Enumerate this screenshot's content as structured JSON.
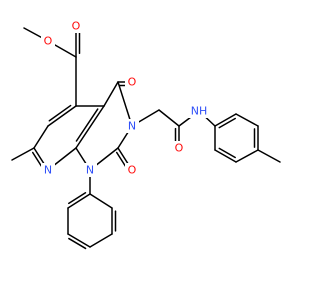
{
  "molecule": {
    "atoms": [
      {
        "id": "o-ester-carbonyl",
        "text": "O",
        "color": "#ff0d0d"
      },
      {
        "id": "o-ester-ether",
        "text": "O",
        "color": "#ff0d0d"
      },
      {
        "id": "o-c4",
        "text": "O",
        "color": "#ff0d0d"
      },
      {
        "id": "n3",
        "text": "N",
        "color": "#3050f8"
      },
      {
        "id": "o-amide",
        "text": "O",
        "color": "#ff0d0d"
      },
      {
        "id": "nh-amide",
        "text": "NH",
        "color": "#3050f8"
      },
      {
        "id": "o-c2",
        "text": "O",
        "color": "#ff0d0d"
      },
      {
        "id": "n8",
        "text": "N",
        "color": "#3050f8"
      },
      {
        "id": "n1",
        "text": "N",
        "color": "#3050f8"
      }
    ]
  }
}
